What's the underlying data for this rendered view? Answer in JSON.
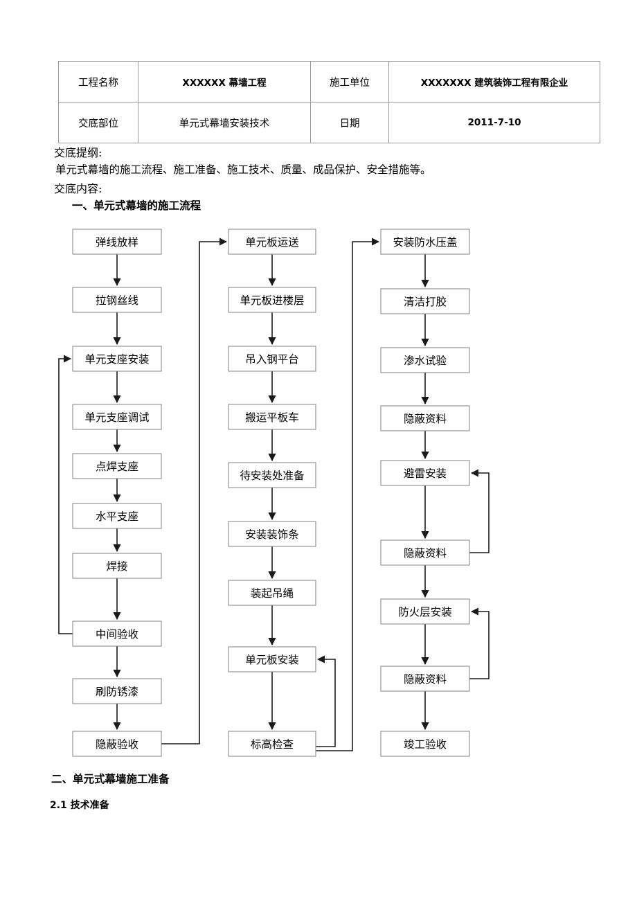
{
  "header": {
    "rows": [
      {
        "label": "工程名称",
        "value": "XXXXXX 幕墙工程",
        "label2": "施工单位",
        "value2": "XXXXXXX 建筑装饰工程有限企业"
      },
      {
        "label": "交底部位",
        "value": "单元式幕墙安装技术",
        "label2": "日期",
        "value2": "2011-7-10"
      }
    ]
  },
  "body": {
    "outline_heading": "交底提纲:",
    "outline_text": "单元式幕墙的施工流程、施工准备、施工技术、质量、成品保护、安全措施等。",
    "content_heading": "交底内容:",
    "section_1": "一、单元式幕墙的施工流程",
    "section_2": "二、单元式幕墙施工准备",
    "section_2_1": "2.1 技术准备"
  },
  "chart_data": {
    "type": "diagram",
    "title": "单元式幕墙的施工流程",
    "columns": [
      {
        "name": "column-1",
        "nodes": [
          "弹线放样",
          "拉钢丝线",
          "单元支座安装",
          "单元支座调试",
          "点焊支座",
          "水平支座",
          "焊接",
          "中间验收",
          "刷防锈漆",
          "隐蔽验收"
        ]
      },
      {
        "name": "column-2",
        "nodes": [
          "单元板运送",
          "单元板进楼层",
          "吊入钢平台",
          "搬运平板车",
          "待安装处准备",
          "安装装饰条",
          "装起吊绳",
          "单元板安装",
          "标高检查"
        ]
      },
      {
        "name": "column-3",
        "nodes": [
          "安装防水压盖",
          "清洁打胶",
          "渗水试验",
          "隐蔽资料",
          "避雷安装",
          "隐蔽资料",
          "防火层安装",
          "隐蔽资料",
          "竣工验收"
        ]
      }
    ],
    "feedback_loops": [
      {
        "from": "中间验收",
        "to": "单元支座安装"
      },
      {
        "from": "标高检查",
        "to": "单元板安装"
      },
      {
        "from": "隐蔽资料",
        "to": "避雷安装"
      },
      {
        "from": "隐蔽资料",
        "to": "防火层安装"
      }
    ],
    "column_links": [
      {
        "from": "隐蔽验收",
        "to": "单元板运送"
      },
      {
        "from": "标高检查",
        "to": "安装防水压盖"
      }
    ]
  }
}
